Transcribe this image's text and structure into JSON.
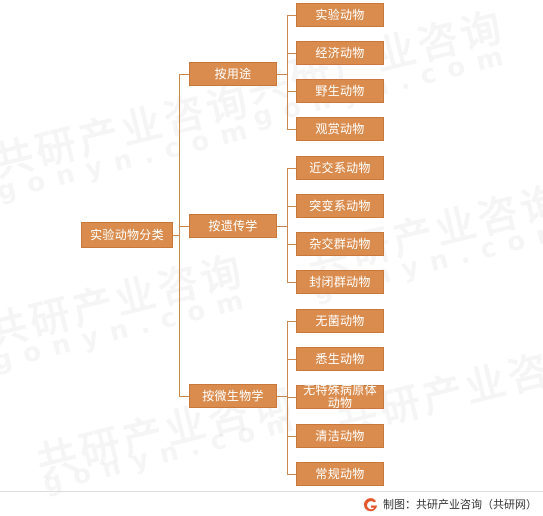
{
  "colors": {
    "node_bg": "#d98c4e",
    "node_border": "#c9773a",
    "line": "#c8884f",
    "logo": "#e4572e"
  },
  "watermark": {
    "cn": "共研产业咨询",
    "en": "gonyn.com"
  },
  "root": {
    "label": "实验动物分类"
  },
  "groups": [
    {
      "label": "按用途",
      "items": [
        "实验动物",
        "经济动物",
        "野生动物",
        "观赏动物"
      ]
    },
    {
      "label": "按遗传学",
      "items": [
        "近交系动物",
        "突变系动物",
        "杂交群动物",
        "封闭群动物"
      ]
    },
    {
      "label": "按微生物学",
      "items": [
        "无菌动物",
        "悉生动物",
        "无特殊病原体动物",
        "清洁动物",
        "常规动物"
      ]
    }
  ],
  "footer": {
    "logo_icon": "gonyn-logo-icon",
    "text": "制图：共研产业咨询（共研网）"
  }
}
